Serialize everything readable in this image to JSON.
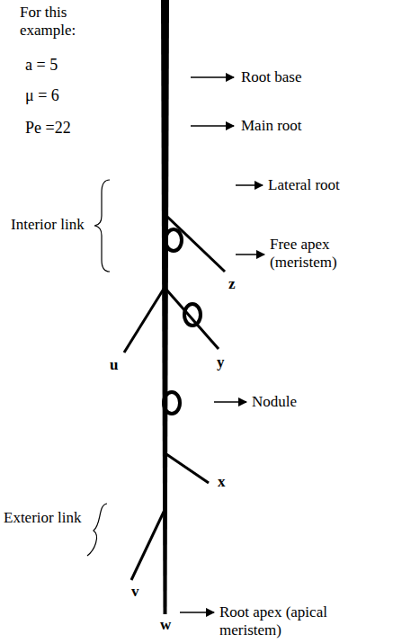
{
  "diagram": {
    "labels": [
      "For this example:",
      "a = 5",
      "μ = 6",
      "Pe =22",
      "Root base",
      "Main root",
      "Interior link",
      "Lateral root",
      "Free apex (meristem)",
      "z",
      "y",
      "u",
      "Nodule",
      "x",
      "Exterior link",
      "v",
      "w",
      "Root apex (apical meristem)"
    ]
  }
}
